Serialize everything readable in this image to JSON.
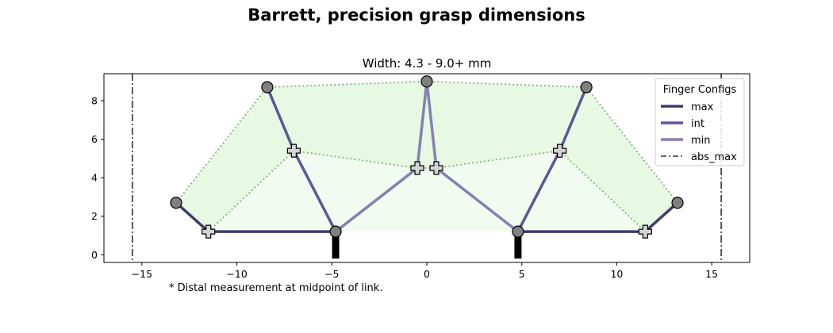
{
  "figure": {
    "suptitle": "Barrett, precision grasp dimensions",
    "footnote": "* Distal measurement at midpoint of link."
  },
  "chart_data": {
    "type": "line",
    "title": "Width: 4.3 - 9.0+ mm",
    "xlabel": "",
    "ylabel": "",
    "xlim": [
      -17,
      17
    ],
    "ylim": [
      -0.4,
      9.4
    ],
    "x_ticks": [
      -15,
      -10,
      -5,
      0,
      5,
      10,
      15
    ],
    "y_ticks": [
      0,
      2,
      4,
      6,
      8
    ],
    "grid": false,
    "legend": {
      "title": "Finger Configs",
      "placement": "top-right",
      "entries": [
        {
          "label": "max",
          "color": "#3f3b6e",
          "style": "solid"
        },
        {
          "label": "int",
          "color": "#5c5796",
          "style": "solid"
        },
        {
          "label": "min",
          "color": "#8480b4",
          "style": "solid"
        },
        {
          "label": "abs_max",
          "color": "#333333",
          "style": "dashdot"
        }
      ]
    },
    "abs_max_x": [
      -15.5,
      15.5
    ],
    "palm_posts": [
      {
        "x": -4.8,
        "y_bottom": -0.2,
        "y_top": 1.2
      },
      {
        "x": 4.8,
        "y_bottom": -0.2,
        "y_top": 1.2
      }
    ],
    "region_outer": {
      "color": "#e7f9e3",
      "points": [
        [
          -13.2,
          2.7
        ],
        [
          -8.4,
          8.7
        ],
        [
          0,
          9.0
        ],
        [
          8.4,
          8.7
        ],
        [
          13.2,
          2.7
        ],
        [
          11.5,
          1.2
        ],
        [
          7.0,
          5.4
        ],
        [
          0.5,
          4.5
        ],
        [
          -0.5,
          4.5
        ],
        [
          -7.0,
          5.4
        ],
        [
          -11.5,
          1.2
        ]
      ]
    },
    "region_inner": {
      "color": "#f1fbef",
      "points": [
        [
          -11.5,
          1.2
        ],
        [
          -7.0,
          5.4
        ],
        [
          -0.5,
          4.5
        ],
        [
          0.5,
          4.5
        ],
        [
          7.0,
          5.4
        ],
        [
          11.5,
          1.2
        ]
      ]
    },
    "envelope_color": "#7fb37f",
    "envelope_lines": [
      [
        [
          -13.2,
          2.7
        ],
        [
          -8.4,
          8.7
        ],
        [
          0,
          9.0
        ],
        [
          8.4,
          8.7
        ],
        [
          13.2,
          2.7
        ]
      ],
      [
        [
          -11.5,
          1.2
        ],
        [
          -7.0,
          5.4
        ],
        [
          -0.5,
          4.5
        ],
        [
          0.5,
          4.5
        ],
        [
          7.0,
          5.4
        ],
        [
          11.5,
          1.2
        ]
      ]
    ],
    "series": [
      {
        "name": "max",
        "color": "#3f3b6e",
        "left": [
          [
            -4.8,
            1.2
          ],
          [
            -11.5,
            1.2
          ],
          [
            -13.2,
            2.7
          ]
        ],
        "right": [
          [
            4.8,
            1.2
          ],
          [
            11.5,
            1.2
          ],
          [
            13.2,
            2.7
          ]
        ]
      },
      {
        "name": "int",
        "color": "#5c5796",
        "left": [
          [
            -4.8,
            1.2
          ],
          [
            -7.0,
            5.4
          ],
          [
            -8.4,
            8.7
          ]
        ],
        "right": [
          [
            4.8,
            1.2
          ],
          [
            7.0,
            5.4
          ],
          [
            8.4,
            8.7
          ]
        ]
      },
      {
        "name": "min",
        "color": "#8480b4",
        "left": [
          [
            -4.8,
            1.2
          ],
          [
            -0.5,
            4.5
          ],
          [
            0,
            9.0
          ]
        ],
        "right": [
          [
            4.8,
            1.2
          ],
          [
            0.5,
            4.5
          ],
          [
            0,
            9.0
          ]
        ]
      }
    ],
    "joint_markers": [
      [
        -4.8,
        1.2
      ],
      [
        4.8,
        1.2
      ],
      [
        -13.2,
        2.7
      ],
      [
        13.2,
        2.7
      ],
      [
        -8.4,
        8.7
      ],
      [
        8.4,
        8.7
      ],
      [
        0,
        9.0
      ]
    ],
    "midpoint_markers": [
      [
        -11.5,
        1.2
      ],
      [
        11.5,
        1.2
      ],
      [
        -7.0,
        5.4
      ],
      [
        7.0,
        5.4
      ],
      [
        -0.5,
        4.5
      ],
      [
        0.5,
        4.5
      ]
    ]
  }
}
